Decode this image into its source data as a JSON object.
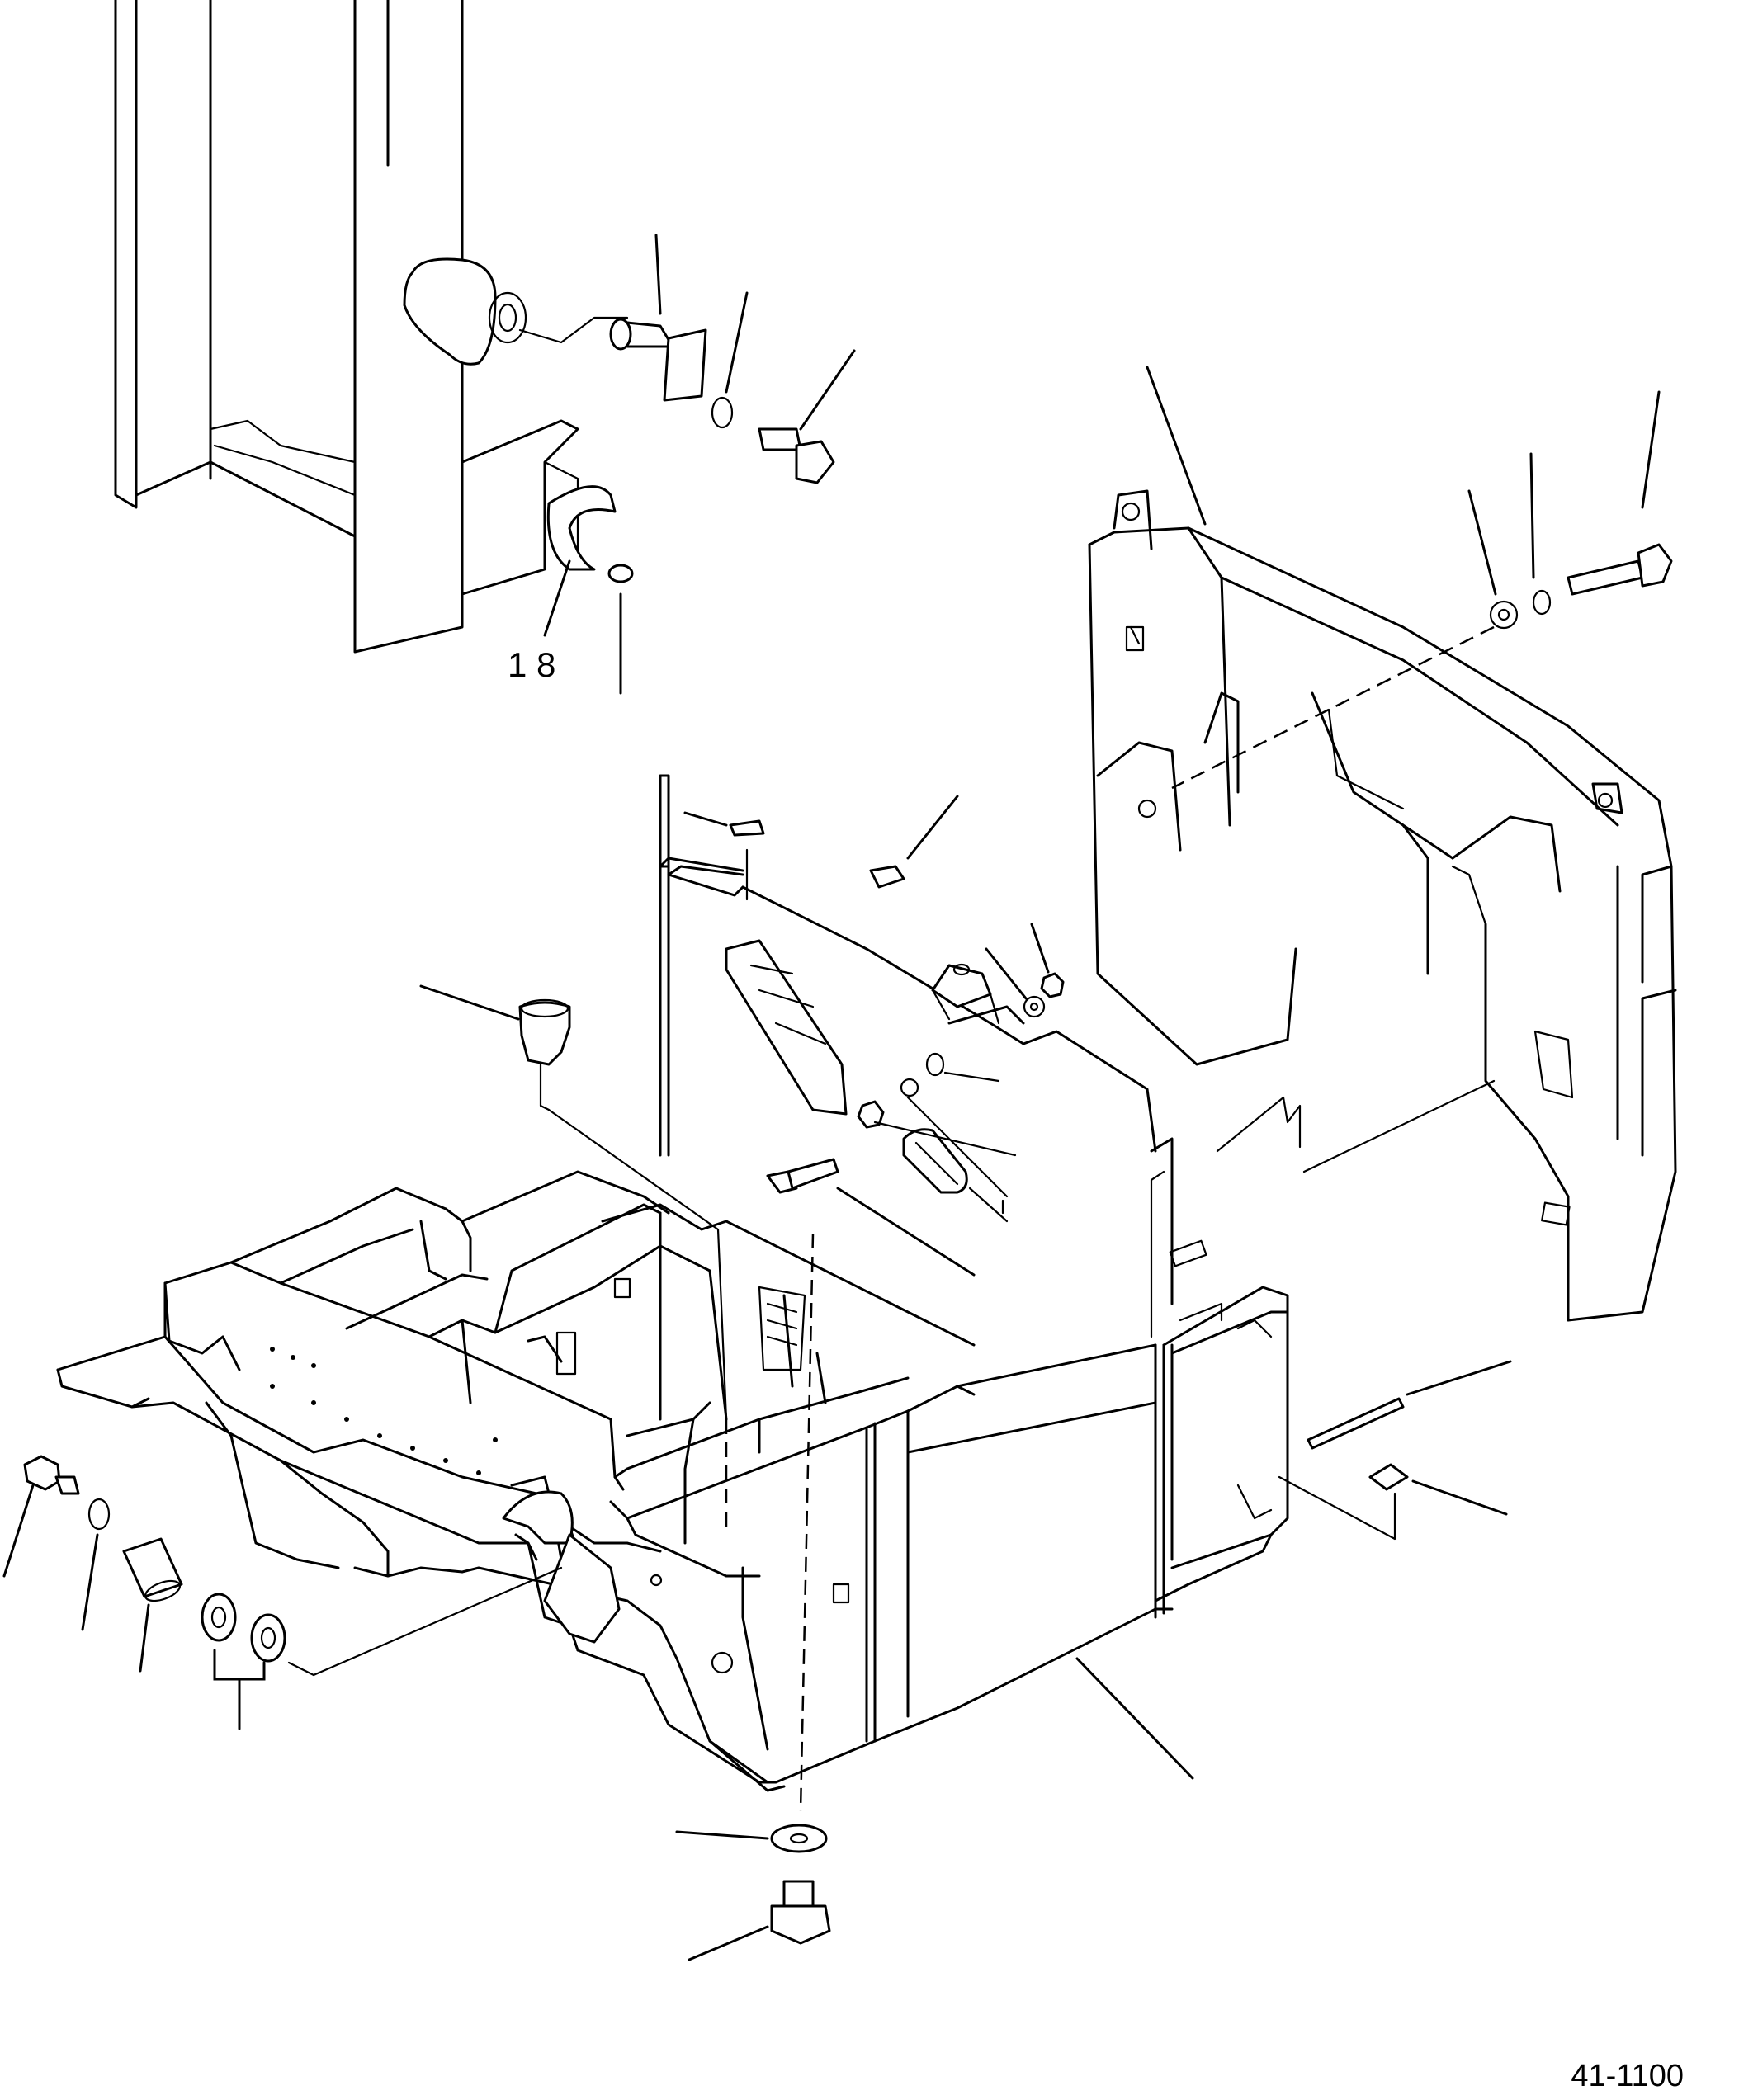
{
  "diagram": {
    "callout_labels": [
      {
        "id": "mast-bushing",
        "text": "1 8"
      }
    ],
    "drawing_number": "41-1100"
  }
}
